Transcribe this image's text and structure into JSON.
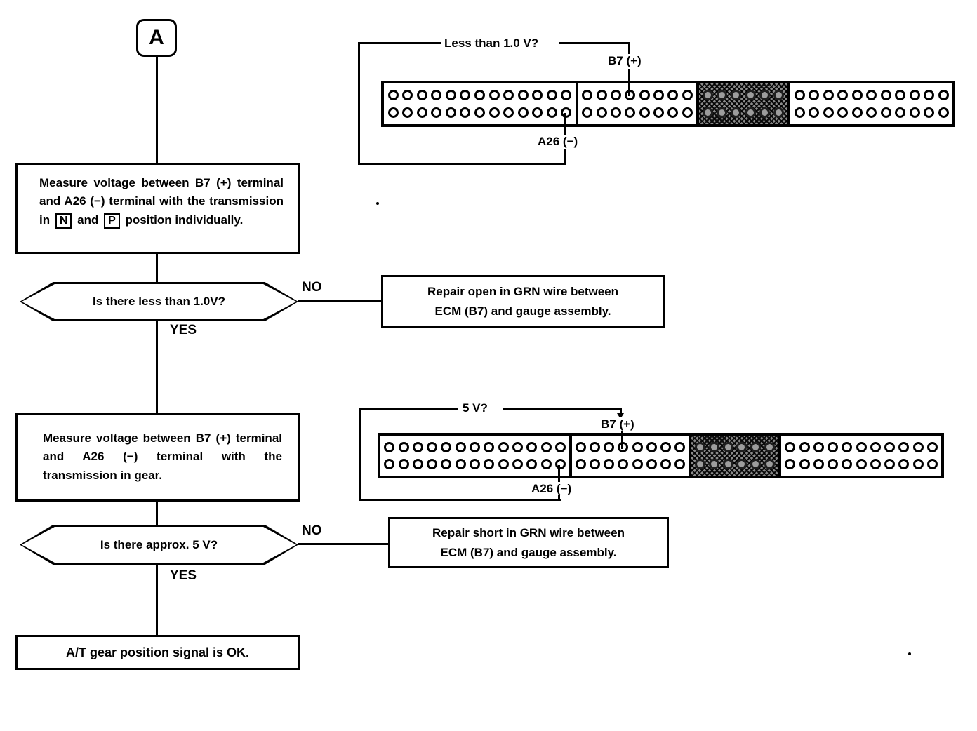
{
  "page": {
    "background": "#ffffff",
    "ink": "#000000"
  },
  "flow": {
    "entry_label": "A",
    "step1": {
      "text_before_n": "Measure voltage between B7 (+) terminal and A26 (−) terminal with the transmission in",
      "n_label": "N",
      "text_between": "and",
      "p_label": "P",
      "text_after": "position individually."
    },
    "decision1": {
      "question": "Is there less than 1.0V?",
      "no": "NO",
      "yes": "YES"
    },
    "action1": {
      "line1": "Repair open in GRN wire between",
      "line2": "ECM (B7) and gauge assembly."
    },
    "step2": {
      "text": "Measure voltage between B7 (+) terminal and A26 (−) terminal with the transmission in gear."
    },
    "decision2": {
      "question": "Is there approx. 5 V?",
      "no": "NO",
      "yes": "YES"
    },
    "result": {
      "text": "A/T gear position signal is OK."
    }
  },
  "connector1": {
    "measurement_label": "Less than 1.0 V?",
    "positive_terminal_label": "B7 (+)",
    "negative_terminal_label": "A26 (−)",
    "sections": [
      {
        "cols": 13,
        "rows": 2,
        "hatched": false
      },
      {
        "cols": 8,
        "rows": 2,
        "hatched": false
      },
      {
        "cols": 6,
        "rows": 2,
        "hatched": true
      },
      {
        "cols": 11,
        "rows": 2,
        "hatched": false
      }
    ]
  },
  "connector2": {
    "measurement_label": "5 V?",
    "positive_terminal_label": "B7 (+)",
    "negative_terminal_label": "A26 (−)",
    "sections": [
      {
        "cols": 13,
        "rows": 2,
        "hatched": false
      },
      {
        "cols": 8,
        "rows": 2,
        "hatched": false
      },
      {
        "cols": 6,
        "rows": 2,
        "hatched": true
      },
      {
        "cols": 11,
        "rows": 2,
        "hatched": false
      }
    ]
  }
}
